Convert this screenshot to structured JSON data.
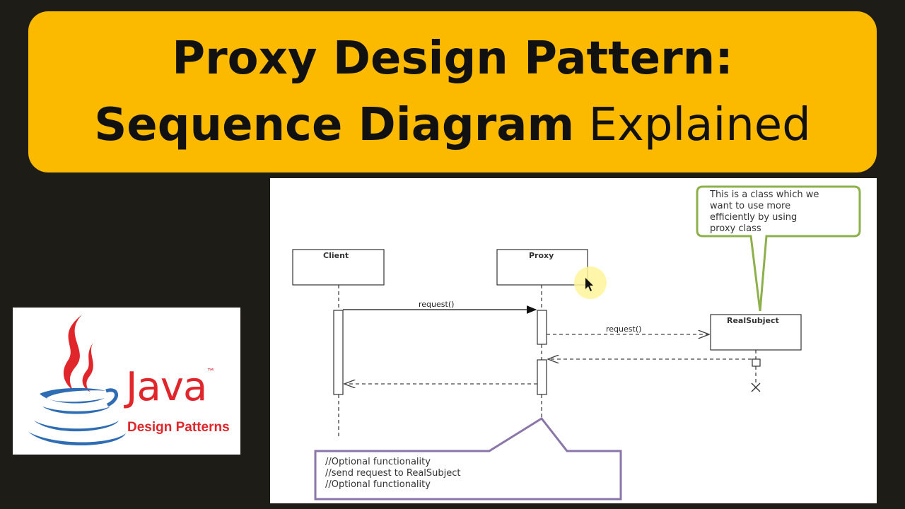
{
  "title": {
    "line1": "Proxy Design Pattern:",
    "line2_bold": "Sequence Diagram",
    "line2_normal": "Explained"
  },
  "logo": {
    "brand": "Java",
    "trademark": "™",
    "subtitle": "Design Patterns",
    "icon": "java-cup-icon"
  },
  "diagram": {
    "lifelines": {
      "client": "Client",
      "proxy": "Proxy",
      "real_subject": "RealSubject"
    },
    "messages": {
      "client_to_proxy": "request()",
      "proxy_to_real": "request()"
    },
    "note_real_subject": [
      "This is a class  which we",
      "want to use more",
      "efficiently by using",
      "proxy class"
    ],
    "note_proxy": [
      "//Optional functionality",
      "//send request to RealSubject",
      "//Optional functionality"
    ],
    "colors": {
      "note_real_border": "#8db04a",
      "note_proxy_border": "#8a76a8",
      "cursor_highlight": "#fff59a"
    }
  }
}
